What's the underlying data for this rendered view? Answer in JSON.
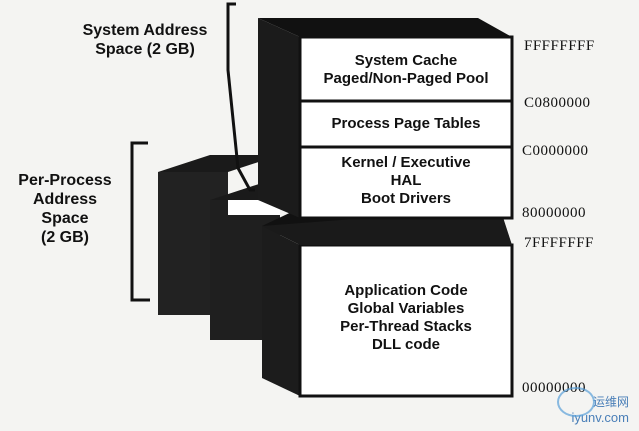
{
  "labels": {
    "system_space": [
      "System Address",
      "Space (2 GB)"
    ],
    "per_process_space": [
      "Per-Process",
      "Address",
      "Space",
      "(2 GB)"
    ]
  },
  "regions": {
    "system_cache": [
      "System Cache",
      "Paged/Non-Paged Pool"
    ],
    "page_tables": [
      "Process Page Tables"
    ],
    "kernel": [
      "Kernel / Executive",
      "HAL",
      "Boot Drivers"
    ],
    "application": [
      "Application Code",
      "Global Variables",
      "Per-Thread Stacks",
      "DLL code"
    ]
  },
  "addresses": {
    "top": "FFFFFFFF",
    "pool_boundary": "C0800000",
    "page_table_boundary": "C0000000",
    "kernel_base": "80000000",
    "user_top": "7FFFFFFF",
    "user_base": "00000000"
  },
  "watermark": {
    "cn": "运维网",
    "site": "iyunv.com"
  }
}
